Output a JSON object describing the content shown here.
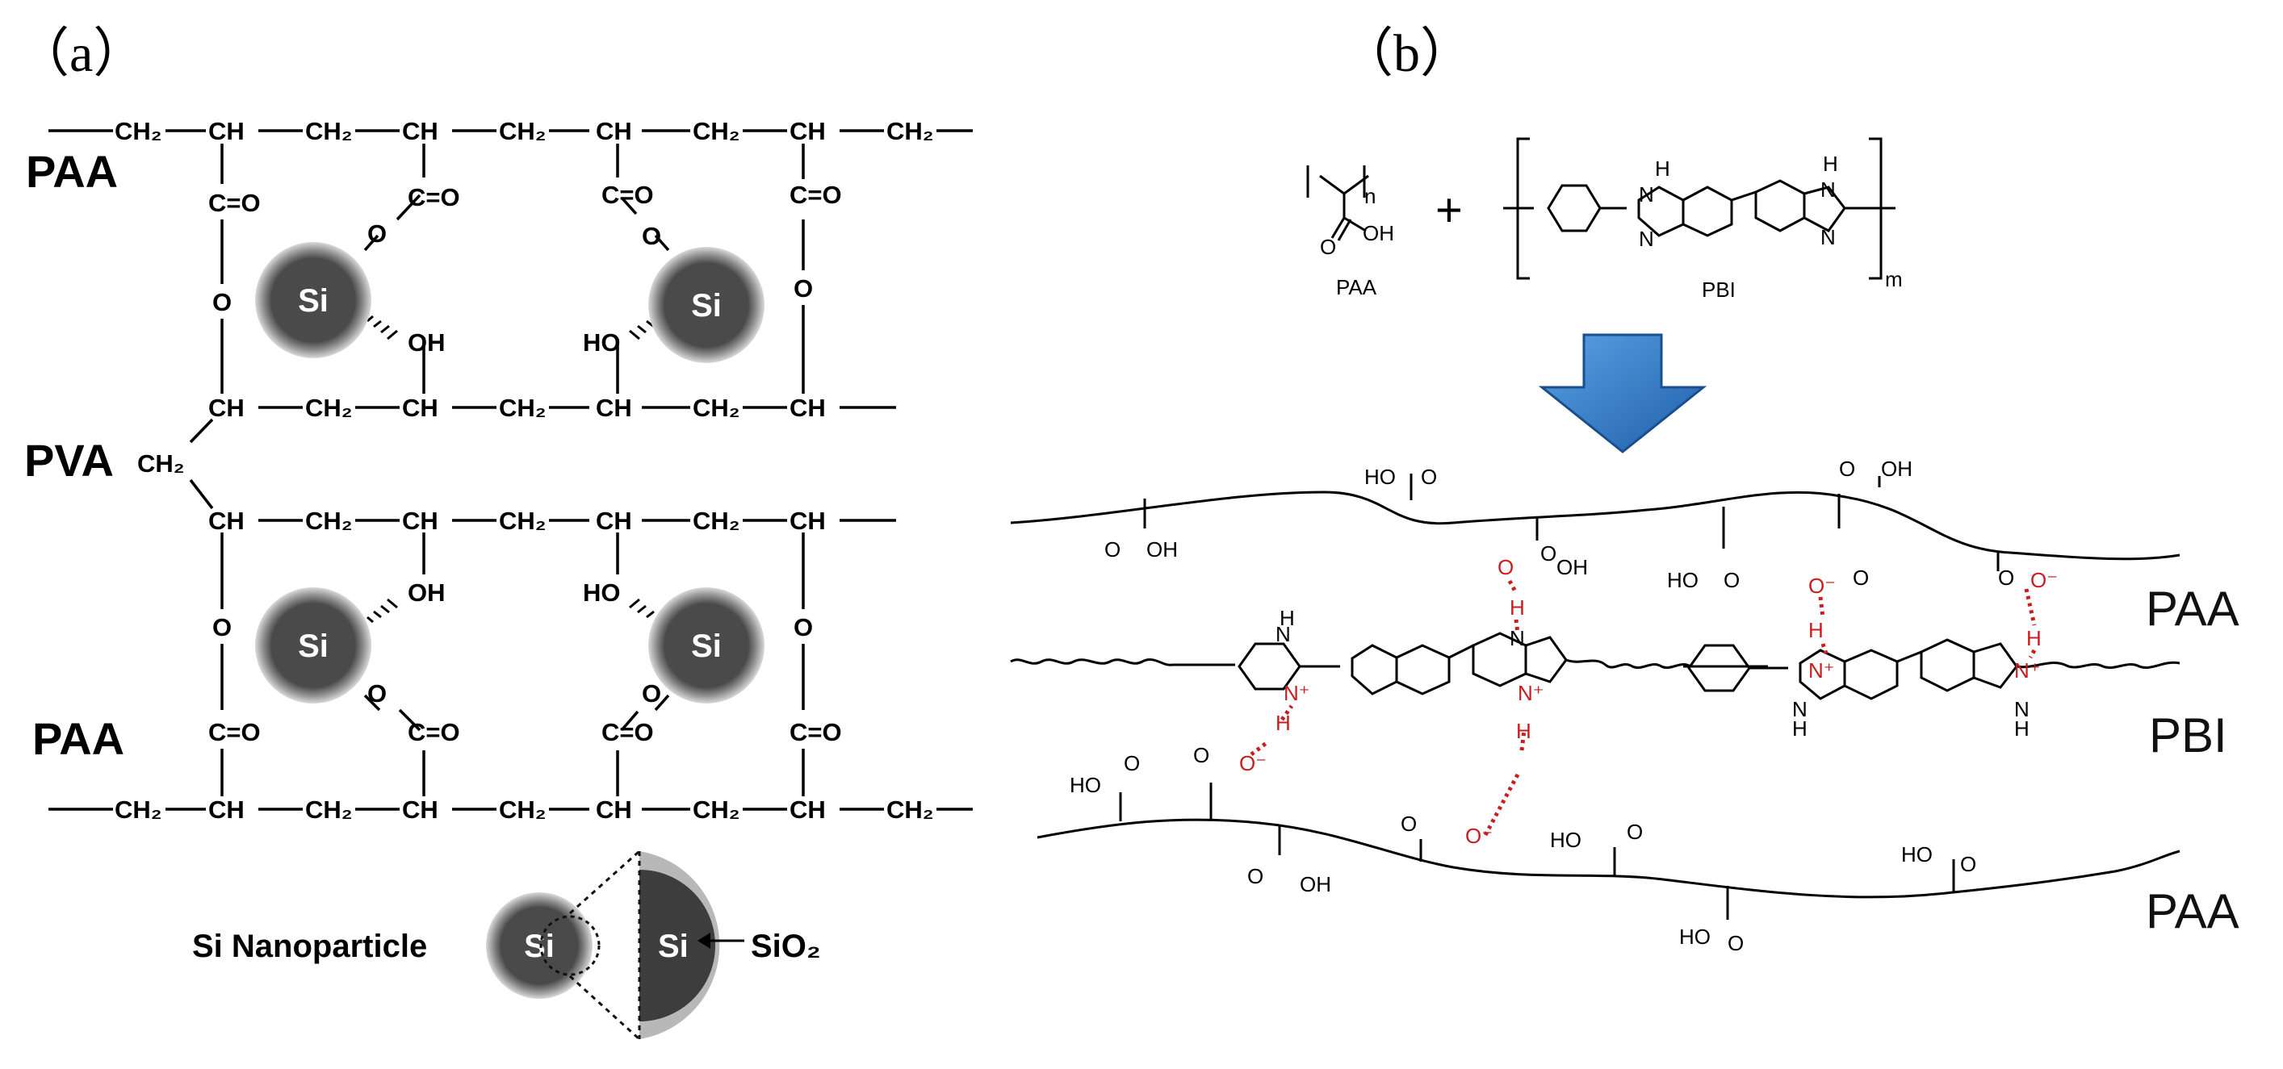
{
  "panel_a": {
    "label": "（a）",
    "polymers": {
      "paa_top": "PAA",
      "pva": "PVA",
      "paa_bottom": "PAA"
    },
    "atoms": {
      "ch2": "CH₂",
      "ch": "CH",
      "o": "O",
      "c_eq_o": "C=O",
      "oh": "OH",
      "ho": "HO"
    },
    "si_label": "Si",
    "legend": {
      "nanoparticle": "Si Nanoparticle",
      "shell": "SiO₂"
    }
  },
  "panel_b": {
    "label": "（b）",
    "reactants": {
      "paa_name": "PAA",
      "pbi_name": "PBI",
      "plus": "+",
      "n_sub": "n",
      "m_sub": "m",
      "oh": "OH",
      "o": "O",
      "nh": "H",
      "n": "N"
    },
    "chain_labels": {
      "paa_top": "PAA",
      "pbi": "PBI",
      "paa_bottom": "PAA"
    },
    "atoms": {
      "cooh_oh": "OH",
      "cooh_ho": "HO",
      "o": "O",
      "o_minus": "O⁻",
      "h": "H",
      "n": "N",
      "n_plus": "N⁺",
      "nh_h": "H"
    }
  },
  "colors": {
    "line": "#000000",
    "si_core": "#3d3d3d",
    "si_shell": "#9a9a9a",
    "arrow": "#2e78c6",
    "hbond": "#c81e1e"
  }
}
